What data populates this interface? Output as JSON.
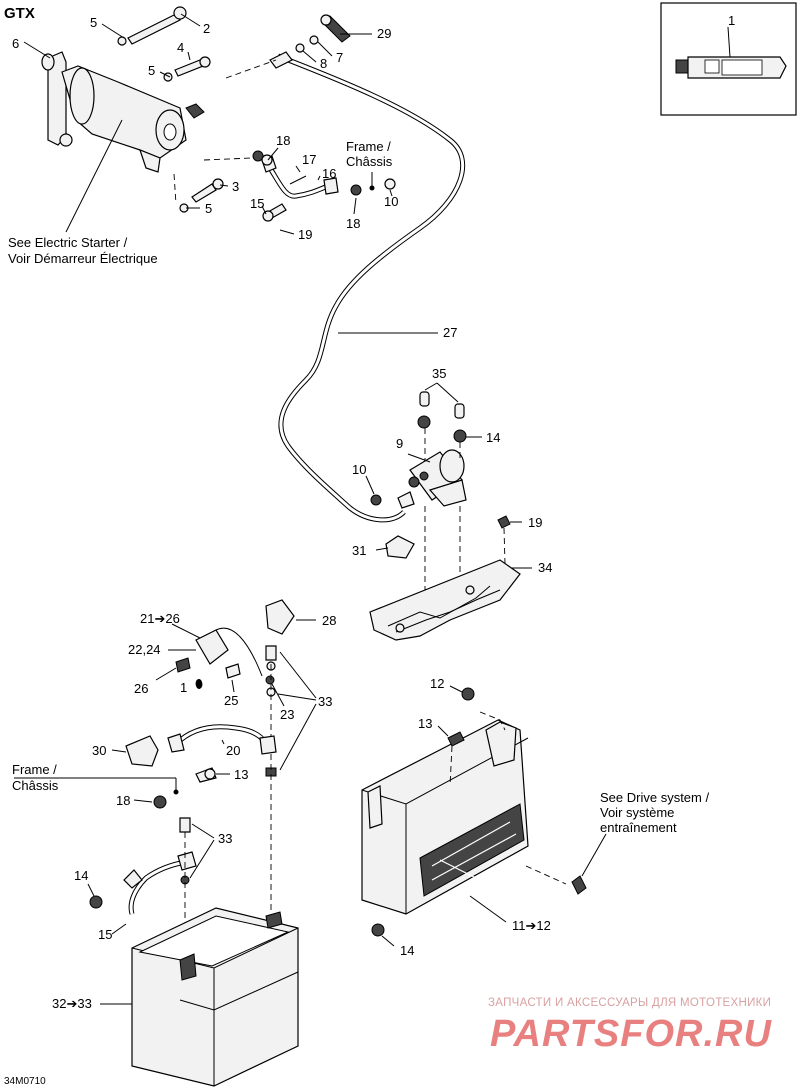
{
  "header": {
    "model": "GTX"
  },
  "footer": {
    "code": "34M0710"
  },
  "watermark": {
    "subtitle": "ЗАПЧАСТИ И АКСЕССУАРЫ ДЛЯ МОТОТЕХНИКИ",
    "logo": "PARTSFOR.RU",
    "color": "#e05a5a"
  },
  "notes": {
    "electric_starter": [
      "See Electric Starter /",
      "Voir Démarreur Électrique"
    ],
    "frame_top": [
      "Frame /",
      "Châssis"
    ],
    "frame_left": [
      "Frame /",
      "Châssis"
    ],
    "drive_system": [
      "See Drive system /",
      "Voir système",
      "entraînement"
    ]
  },
  "callouts": {
    "p1": "1",
    "p2": "2",
    "p3": "3",
    "p4": "4",
    "p5a": "5",
    "p5b": "5",
    "p5c": "5",
    "p6": "6",
    "p7": "7",
    "p8": "8",
    "p9": "9",
    "p10a": "10",
    "p10b": "10",
    "p13a": "13",
    "p13b": "13",
    "p14a": "14",
    "p14b": "14",
    "p14c": "14",
    "p15a": "15",
    "p15b": "15",
    "p16": "16",
    "p17": "17",
    "p18a": "18",
    "p18b": "18",
    "p18c": "18",
    "p19a": "19",
    "p19b": "19",
    "p20": "20",
    "p21_26": "21➔26",
    "p22_24": "22,24",
    "p23": "23",
    "p25": "25",
    "p26": "26",
    "p1b": "1",
    "p27": "27",
    "p28": "28",
    "p29": "29",
    "p30": "30",
    "p31": "31",
    "p32_33": "32➔33",
    "p33a": "33",
    "p33b": "33",
    "p34": "34",
    "p35": "35",
    "p11_12": "11➔12",
    "p12": "12"
  }
}
